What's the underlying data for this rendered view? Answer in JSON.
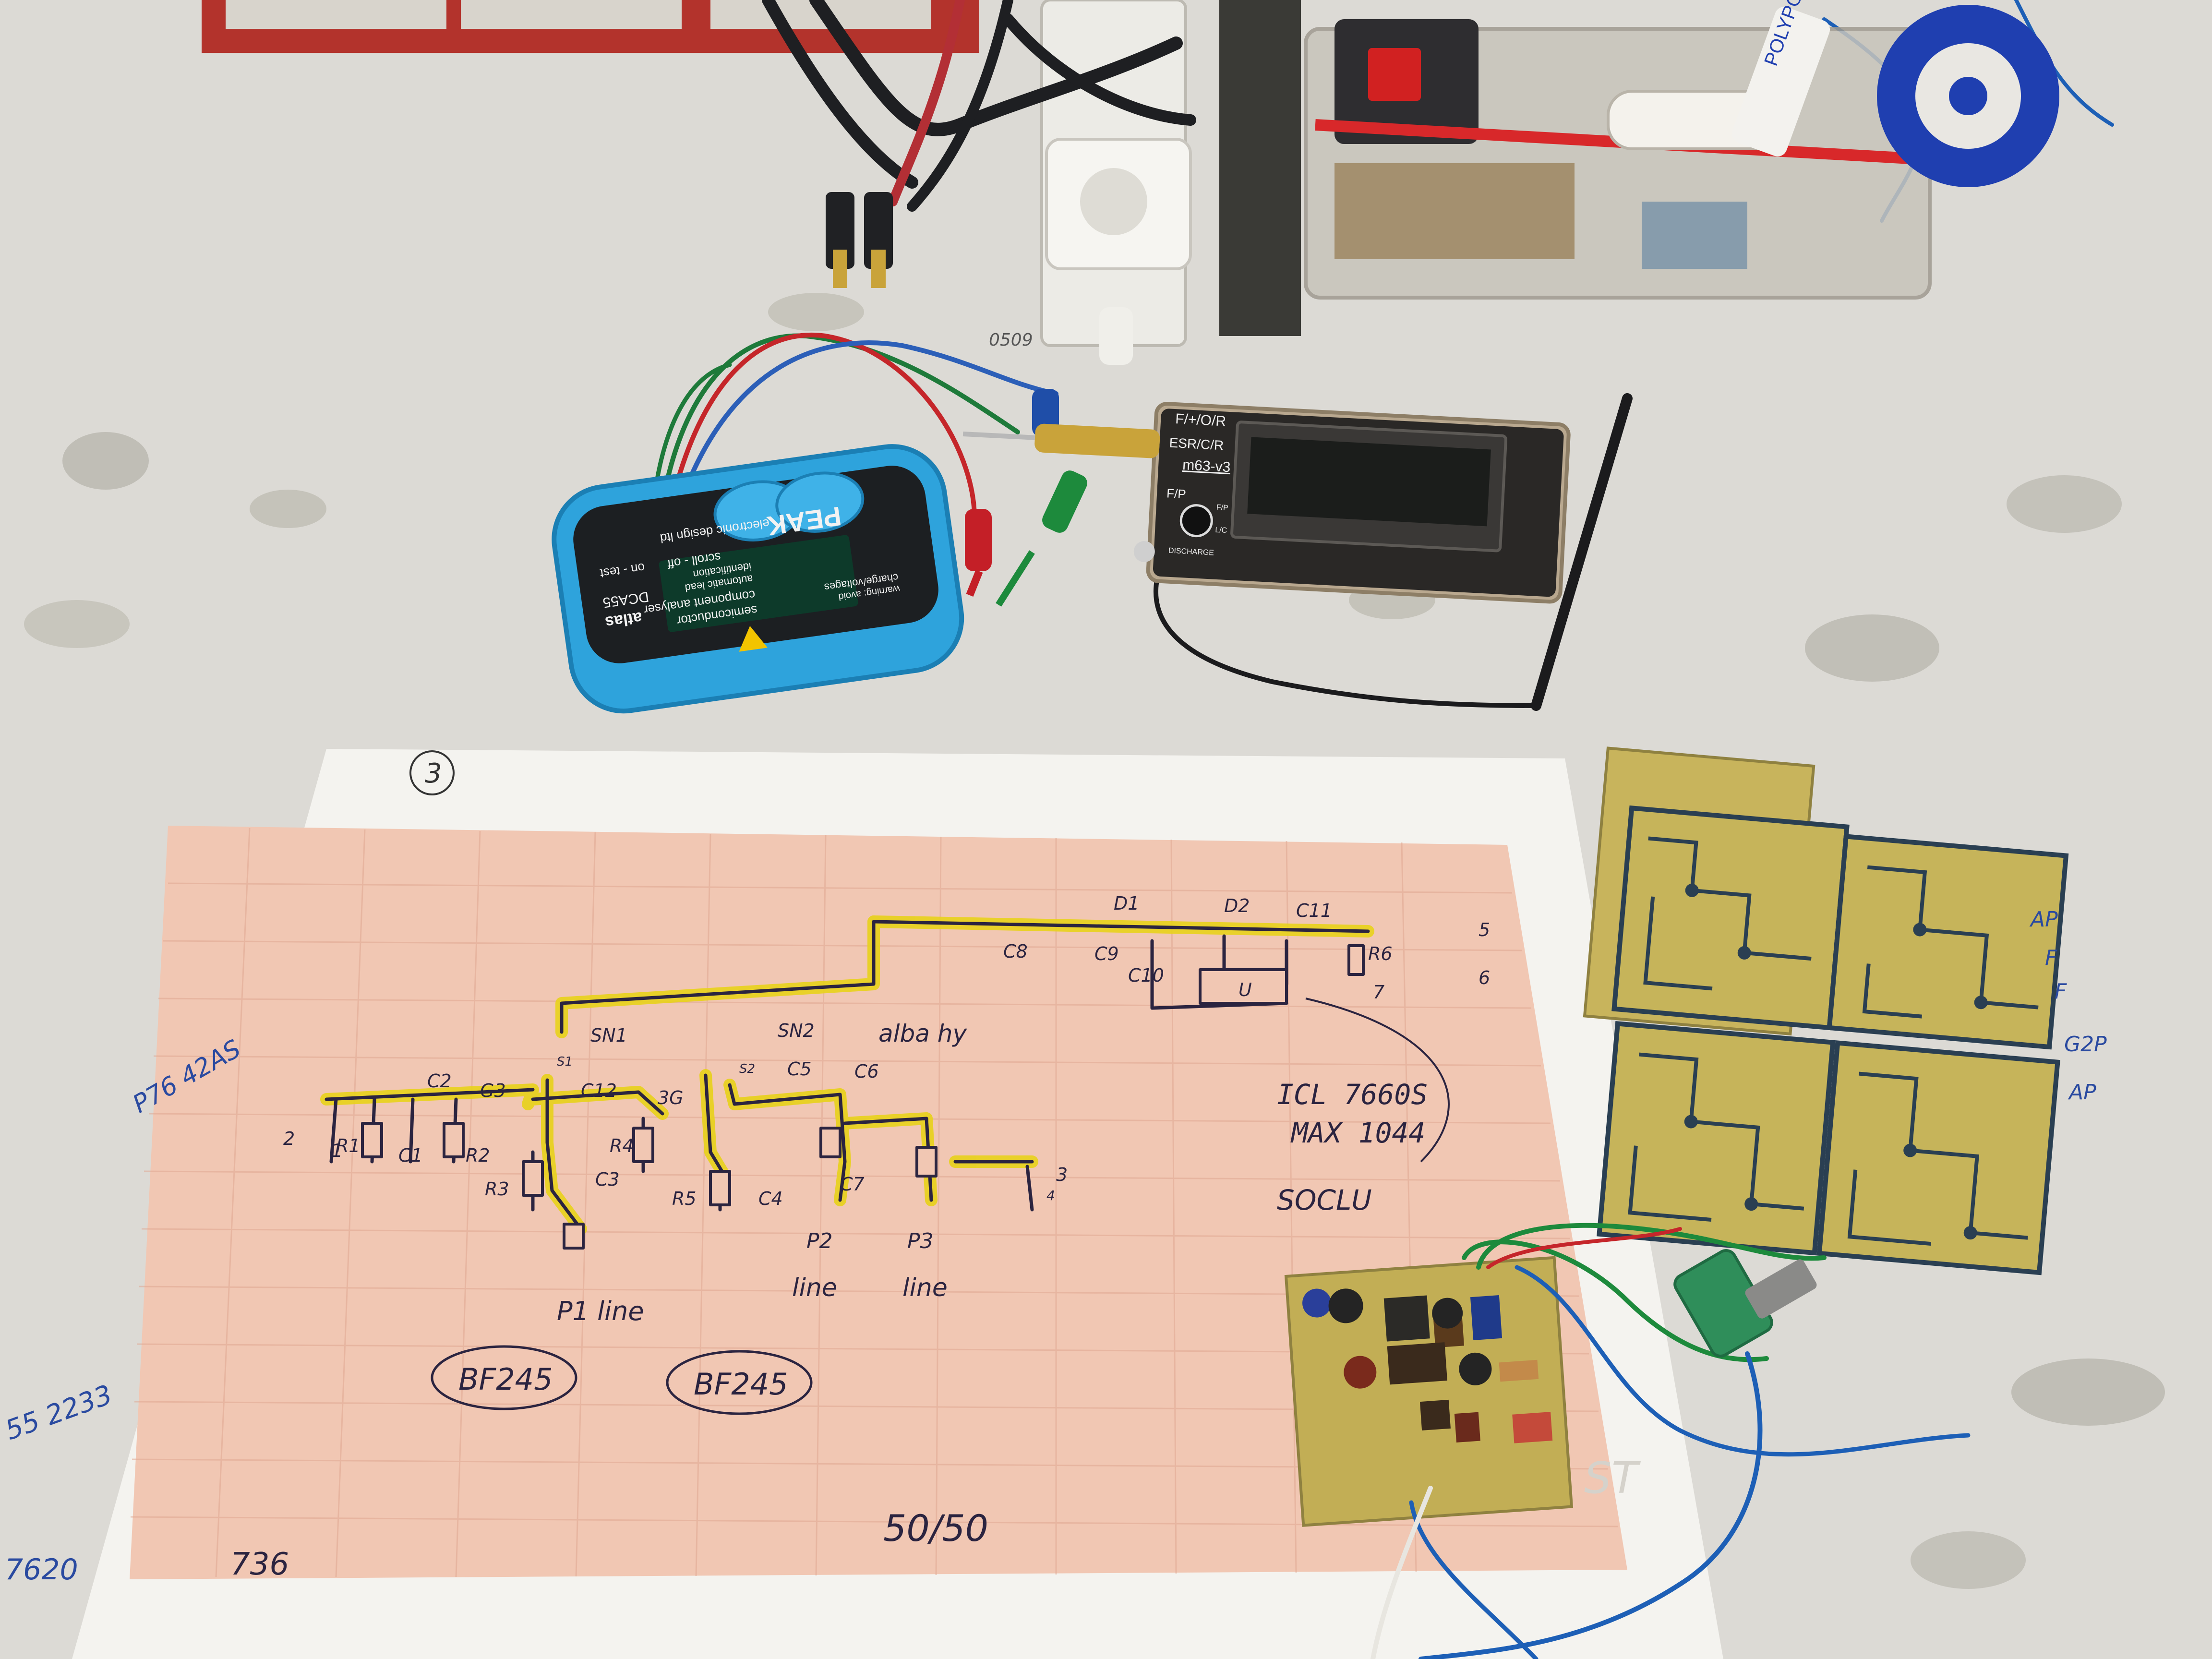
{
  "colors": {
    "bench": "#dcdad5",
    "paper": "#f4f3ef",
    "graph": "#f1c7b3",
    "highlight": "#e8d21a",
    "ink": "#2b2440",
    "tester_blue": "#2ea3dc",
    "meter_body": "#b9a88f",
    "pcb": "#c6b45a",
    "pcb_trace": "#2a3f52"
  },
  "tester": {
    "brand": "PEAK",
    "brand_suffix": "electronic design ltd",
    "model_name": "atlas",
    "model": "DCA55",
    "line1": "semiconductor",
    "line2": "component analyser",
    "line3": "automatic lead",
    "line4": "identification",
    "on_test": "on - test",
    "scroll_off": "scroll - off",
    "warning_title": "warning: avoid",
    "warning_body": "charge/voltages"
  },
  "meter": {
    "mode_label": "F/+/O/R",
    "esr_label": "ESR/C/R",
    "model": "m63-v3",
    "fp_label": "F/P",
    "discharge_label": "DISCHARGE",
    "lc_label": "L/C",
    "fp_small": "F/P"
  },
  "schematic": {
    "page_number": "3",
    "sheet_number": "736",
    "ratio": "50/50",
    "parts_top": [
      "D1",
      "D2",
      "C11",
      "C8",
      "C9",
      "C10",
      "R6",
      "U"
    ],
    "parts_mid": [
      "SN1",
      "SN2",
      "alba hy",
      "C2",
      "G3",
      "C12",
      "3G",
      "C5",
      "C6",
      "S1",
      "S2"
    ],
    "parts_low": [
      "R1",
      "C1",
      "R2",
      "R3",
      "C3",
      "R4",
      "R5",
      "C4",
      "C7"
    ],
    "io_pins": [
      "1",
      "2",
      "3",
      "4",
      "5",
      "6",
      "7"
    ],
    "pot_labels": [
      "P1 line",
      "P2",
      "line",
      "P3",
      "line"
    ],
    "ic_notes": [
      "ICL 7660S",
      "MAX 1044",
      "SOCLU"
    ],
    "jfets": [
      "BF245",
      "BF245"
    ]
  },
  "bench_notes": [
    "P76 42AS",
    "55 2233",
    "7620",
    "0509"
  ],
  "pcb_notes": [
    "AP",
    "F",
    "F",
    "G2P",
    "AP",
    "ST"
  ],
  "spool_label": "POLYPOL"
}
